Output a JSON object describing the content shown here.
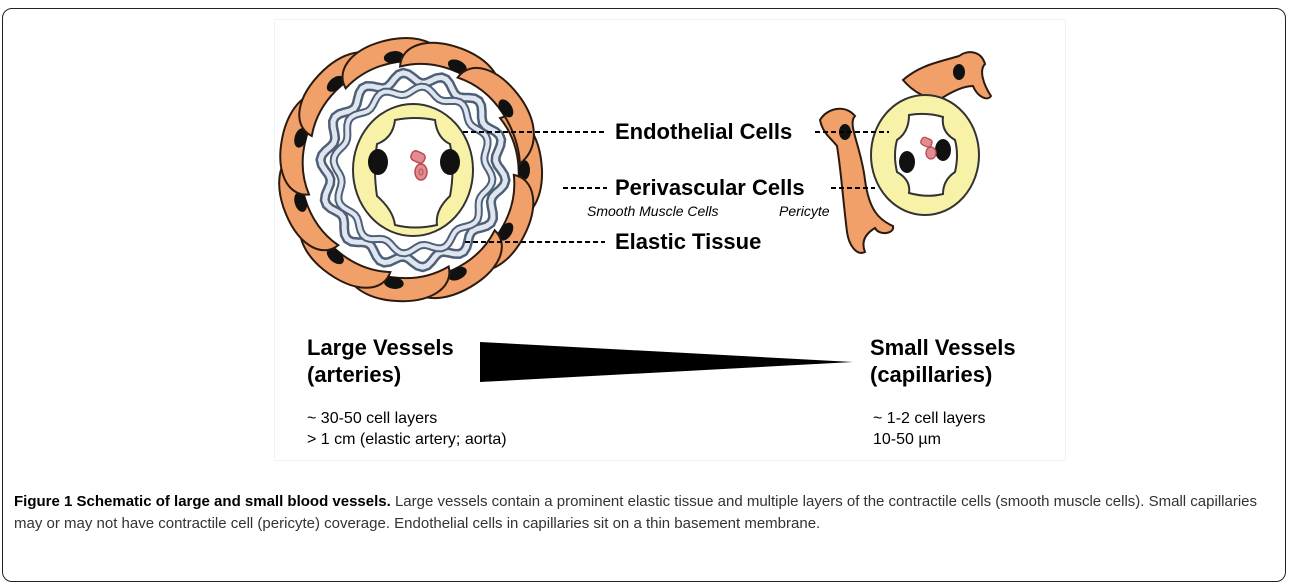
{
  "labels": {
    "endothelial": "Endothelial Cells",
    "perivascular": "Perivascular Cells",
    "smooth_muscle": "Smooth Muscle Cells",
    "pericyte": "Pericyte",
    "elastic": "Elastic Tissue"
  },
  "left": {
    "title_line1": "Large Vessels",
    "title_line2": "(arteries)",
    "detail_line1": "~ 30-50 cell layers",
    "detail_line2": "> 1 cm (elastic artery; aorta)"
  },
  "right": {
    "title_line1": "Small Vessels",
    "title_line2": "(capillaries)",
    "detail_line1": "~ 1-2 cell layers",
    "detail_line2": "10-50 µm"
  },
  "caption": {
    "title": "Figure 1 Schematic of large and small blood vessels.",
    "body": " Large vessels contain a prominent elastic tissue and multiple layers of the contractile cells (smooth muscle cells). Small capillaries may or may not have contractile cell (pericyte) coverage. Endothelial cells in capillaries sit on a thin basement membrane."
  },
  "colors": {
    "smooth_muscle": "#f0a068",
    "endothelium": "#f7f2a8",
    "elastic": "#9fb1c8",
    "nucleus": "#111111",
    "rbc": "#e58b90"
  }
}
